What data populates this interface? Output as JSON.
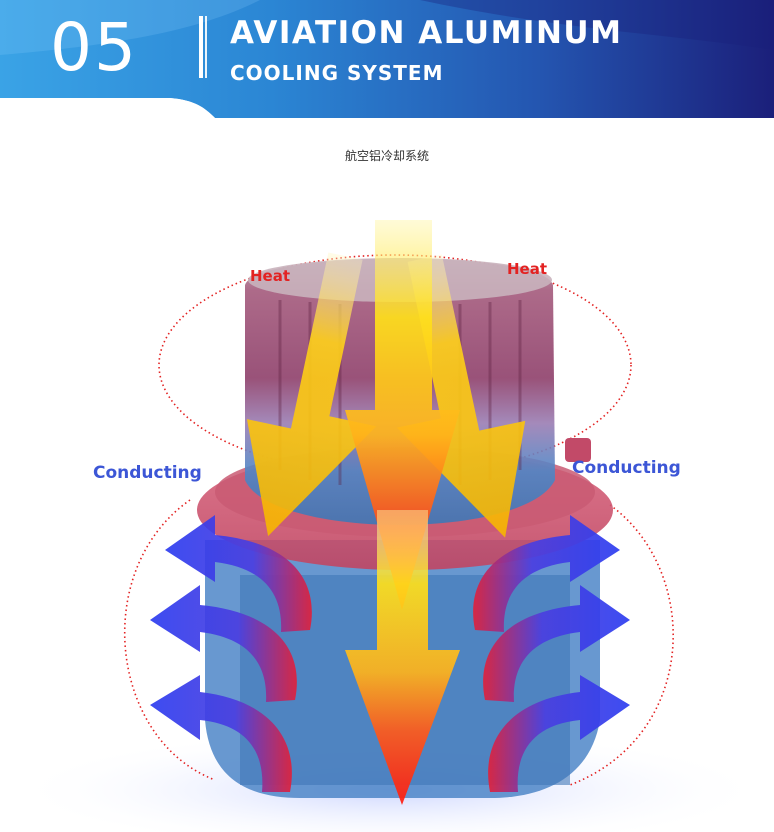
{
  "header": {
    "number": "05",
    "title_line1": "AVIATION ALUMINUM",
    "title_line2": "COOLING SYSTEM"
  },
  "caption": "航空铝冷却系统",
  "labels": {
    "heat_left": "Heat",
    "heat_right": "Heat",
    "conducting_left": "Conducting",
    "conducting_right": "Conducting"
  },
  "colors": {
    "banner_dark": "#1b1f7a",
    "banner_mid": "#2a6bc0",
    "banner_light": "#3aa3e6",
    "heat_red": "#e32222",
    "conduct_blue": "#3c56d6",
    "arrow_yellow": "#f5d11a",
    "arrow_red": "#ff2a1a"
  }
}
